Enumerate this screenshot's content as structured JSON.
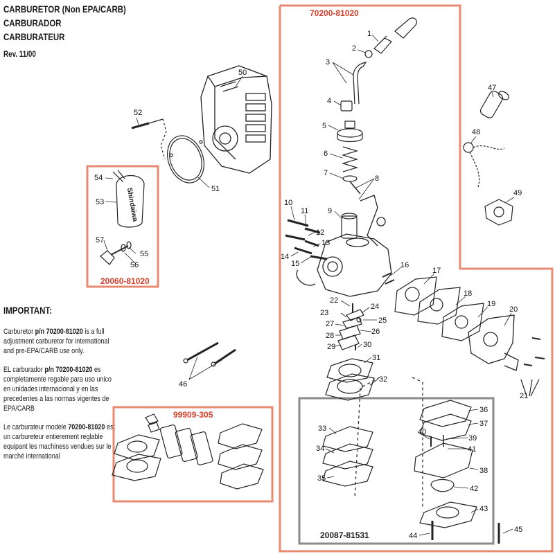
{
  "header": {
    "line1": "CARBURETOR (Non EPA/CARB)",
    "line2": "CARBURADOR",
    "line3": "CARBURATEUR",
    "revision": "Rev. 11/00"
  },
  "important": {
    "title": "IMPORTANT:",
    "en_pre": "Carburetor ",
    "en_bold": "p/n 70200-81020",
    "en_post": " is a full adjustment carburetor for international and pre-EPA/CARB use only.",
    "es_pre": "EL carburador ",
    "es_bold": "p/n 70200-81020",
    "es_post": " es completamente regable para uso unico en unidades internacional y en las precedentes a las normas vigentes de EPA/CARB",
    "fr_pre": "Le carburateur modele ",
    "fr_bold": "70200-81020",
    "fr_post": " est un carbureteur entierement reglable equipant les machiness vendues sur le marché international"
  },
  "kits": {
    "carburetor": "70200-81020",
    "air_filter": "20060-81020",
    "gasket_kit": "99909-305",
    "diaphragm_kit": "20087-81531"
  },
  "callouts": {
    "c1": "1",
    "c2": "2",
    "c3": "3",
    "c4": "4",
    "c5": "5",
    "c6": "6",
    "c7": "7",
    "c8": "8",
    "c9": "9",
    "c10": "10",
    "c11": "11",
    "c12": "12",
    "c13": "13",
    "c14": "14",
    "c15": "15",
    "c16": "16",
    "c17": "17",
    "c18": "18",
    "c19": "19",
    "c20": "20",
    "c21": "21",
    "c22": "22",
    "c23": "23",
    "c24": "24",
    "c25": "25",
    "c26": "26",
    "c27": "27",
    "c28": "28",
    "c29": "29",
    "c30": "30",
    "c31": "31",
    "c32": "32",
    "c33": "33",
    "c34": "34",
    "c35": "35",
    "c36": "36",
    "c37": "37",
    "c38": "38",
    "c39": "39",
    "c40": "40",
    "c41": "41",
    "c42": "42",
    "c43": "43",
    "c44": "44",
    "c45": "45",
    "c46": "46",
    "c47": "47",
    "c48": "48",
    "c49": "49",
    "c50": "50",
    "c51": "51",
    "c52": "52",
    "c53": "53",
    "c54": "54",
    "c55": "55",
    "c56": "56",
    "c57": "57"
  },
  "filter_text": "Shindaiwa",
  "colors": {
    "kit_border": "#e88a70",
    "kit_label": "#d6402b",
    "diaphragm_border": "#8a8a8a",
    "line": "#222222"
  }
}
